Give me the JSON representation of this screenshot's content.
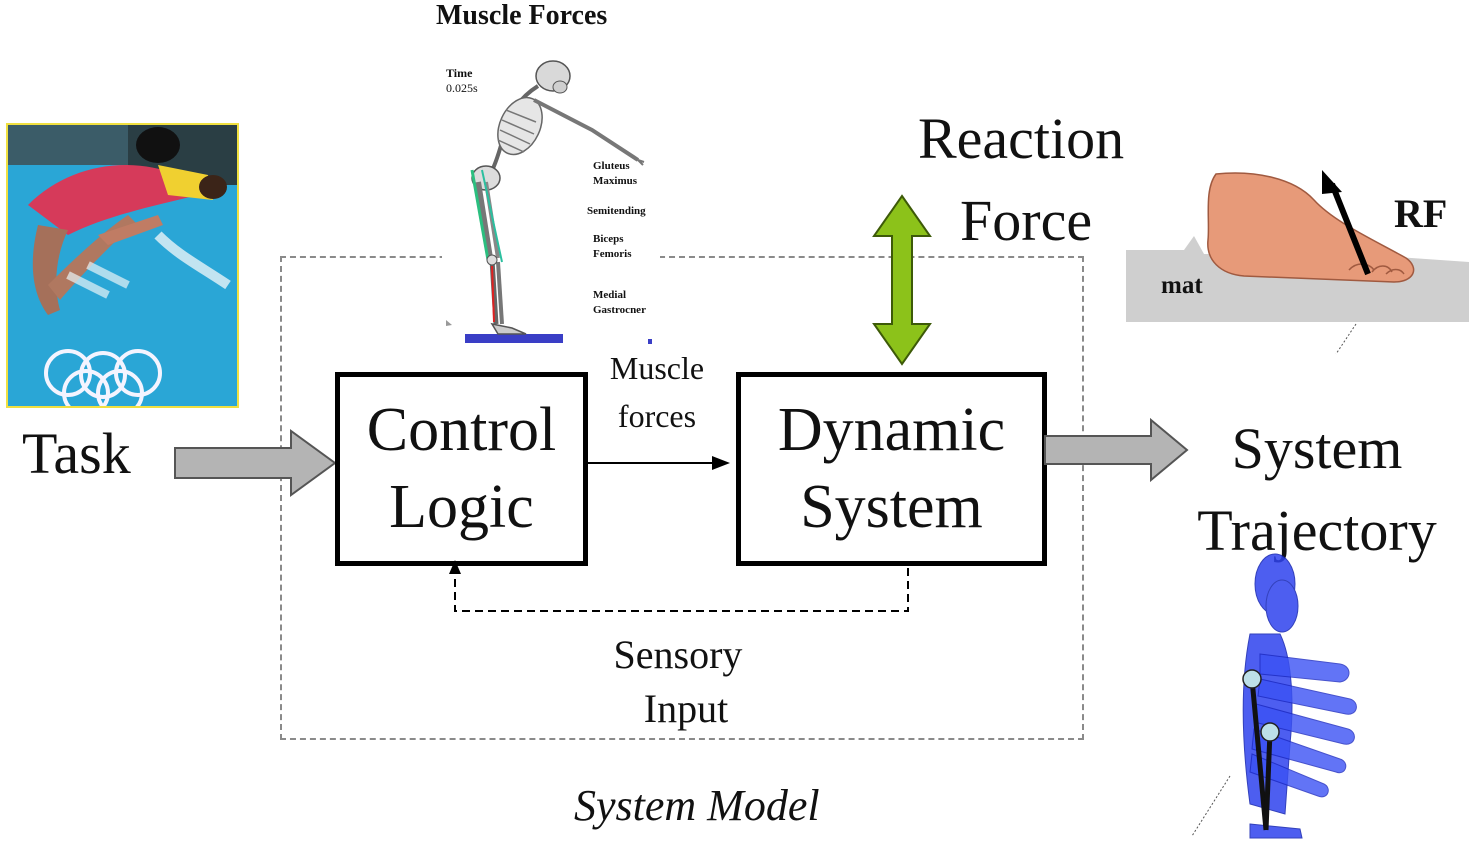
{
  "title": "Muscle Forces",
  "skeleton_panel": {
    "time_label": "Time",
    "time_value": "0.025s",
    "muscles": [
      "Gluteus",
      "Maximus",
      "Semitending",
      "Biceps",
      "Femoris",
      "Medial",
      "Gastrocner"
    ]
  },
  "task_label": "Task",
  "control_logic": {
    "line1": "Control",
    "line2": "Logic"
  },
  "muscle_forces_edge": {
    "line1": "Muscle",
    "line2": "forces"
  },
  "dynamic_system": {
    "line1": "Dynamic",
    "line2": "System"
  },
  "reaction_force": {
    "line1": "Reaction",
    "line2": "Force"
  },
  "foot_panel": {
    "rf_label": "RF",
    "mat_label": "mat"
  },
  "system_trajectory": {
    "line1": "System",
    "line2": "Trajectory"
  },
  "sensory_input": {
    "line1": "Sensory",
    "line2": "Input"
  },
  "system_model_label": "System Model",
  "colors": {
    "reaction_arrow": "#8cc21a",
    "gray_arrow": "#b4b4b4",
    "trajectory_blue": "#1a2ee6",
    "mat_gray": "#cfcfcf",
    "foot_skin": "#e79a79",
    "photo_blue": "#2aa6d6"
  }
}
